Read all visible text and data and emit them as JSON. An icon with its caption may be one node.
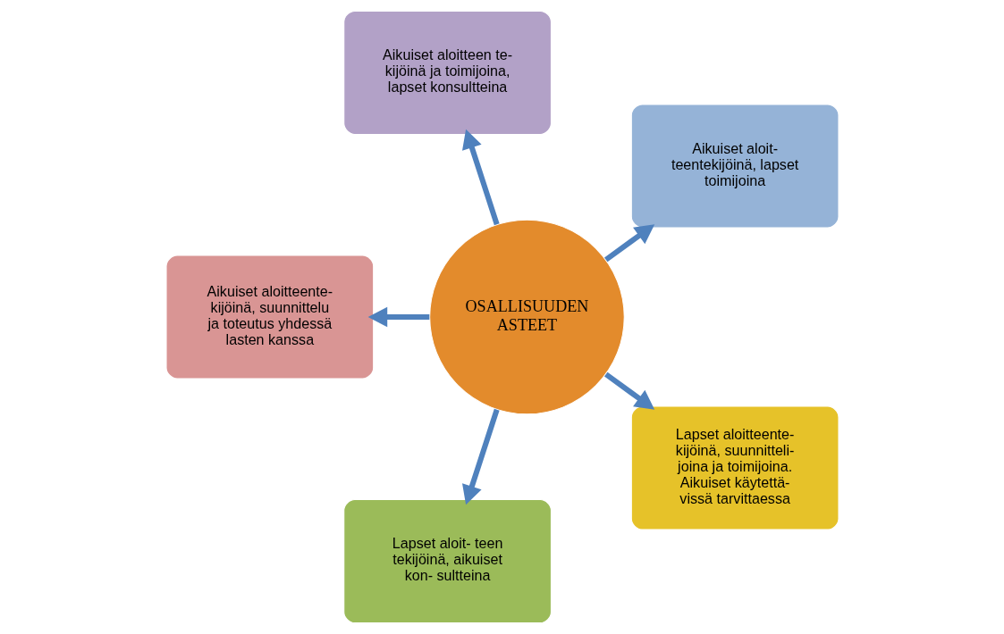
{
  "diagram": {
    "nodes": [
      {
        "text": [
          "Aikuiset aloit- teentekijöinä, lapset toimijoina"
        ]
      },
      {
        "text": [
          "Aikuiset aloitteen te- kijöinä ja toimijoina, lapset konsultteina"
        ]
      },
      {
        "text": [
          "Aikuiset aloitteente- kijöinä, suunnittelu ja toteutus yhdessä lasten kanssa"
        ]
      },
      {
        "text": [
          "OSALLISUUDEN ASTEET"
        ]
      },
      {
        "text": [
          "Lapset aloit- teen tekijöinä, aikuiset kon- sultteina"
        ]
      },
      {
        "text": [
          "Lapset aloitteente- kijöinä, suunnitteli- joina ja toimijoina. Aikuiset käytettä- vissä tarvittaessa"
        ]
      }
    ],
    "edges": [
      {
        "from": 3,
        "to": 0,
        "arrow": "to"
      },
      {
        "from": 3,
        "to": 1,
        "arrow": "to"
      },
      {
        "from": 3,
        "to": 2,
        "arrow": "to"
      },
      {
        "from": 3,
        "to": 4,
        "arrow": "to"
      },
      {
        "from": 3,
        "to": 5,
        "arrow": "to"
      }
    ]
  }
}
